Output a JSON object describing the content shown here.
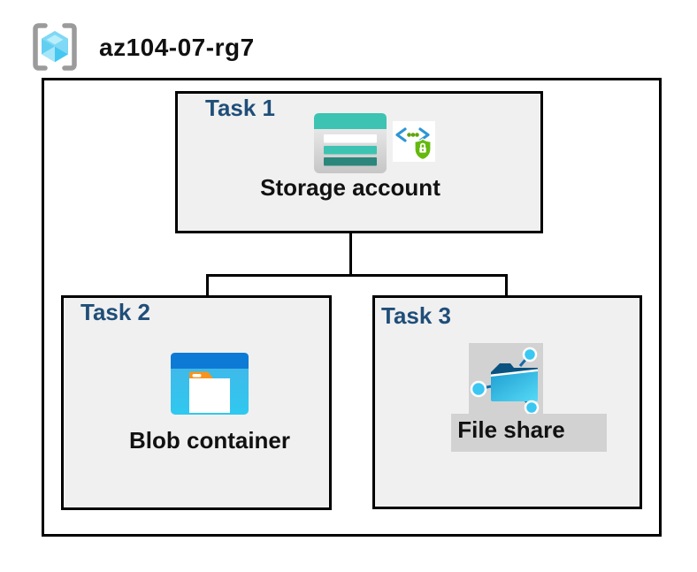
{
  "resource_group": {
    "name": "az104-07-rg7"
  },
  "tasks": [
    {
      "label": "Task 1",
      "resource": "Storage account"
    },
    {
      "label": "Task 2",
      "resource": "Blob container"
    },
    {
      "label": "Task 3",
      "resource": "File share"
    }
  ],
  "icons": {
    "resource_group": "resource-group-brackets-cube-icon",
    "storage_account": "storage-account-icon",
    "sas_security": "code-brackets-shield-lock-icon",
    "blob_container": "blob-container-folder-icon",
    "file_share": "file-share-network-folder-icon"
  },
  "colors": {
    "task_label_navy": "#1f4e79",
    "storage_teal": "#3dc3b1",
    "storage_dark_teal": "#2b867b",
    "blob_top_blue": "#0d7bd6",
    "blob_body_cyan": "#35c6ef",
    "folder_tab_orange": "#f7941d",
    "shield_green": "#65b80e",
    "code_bracket_blue": "#2e96d4",
    "fileshare_dark_blue": "#0a5380",
    "node_cyan": "#3ac7f2",
    "task_box_fill": "#f0f0f0",
    "gray_highlight_block": "#d2d2d2",
    "border_black": "#000000",
    "rg_bracket_gray": "#9b9b9b",
    "rg_cube_cyan": "#46c7f0"
  }
}
